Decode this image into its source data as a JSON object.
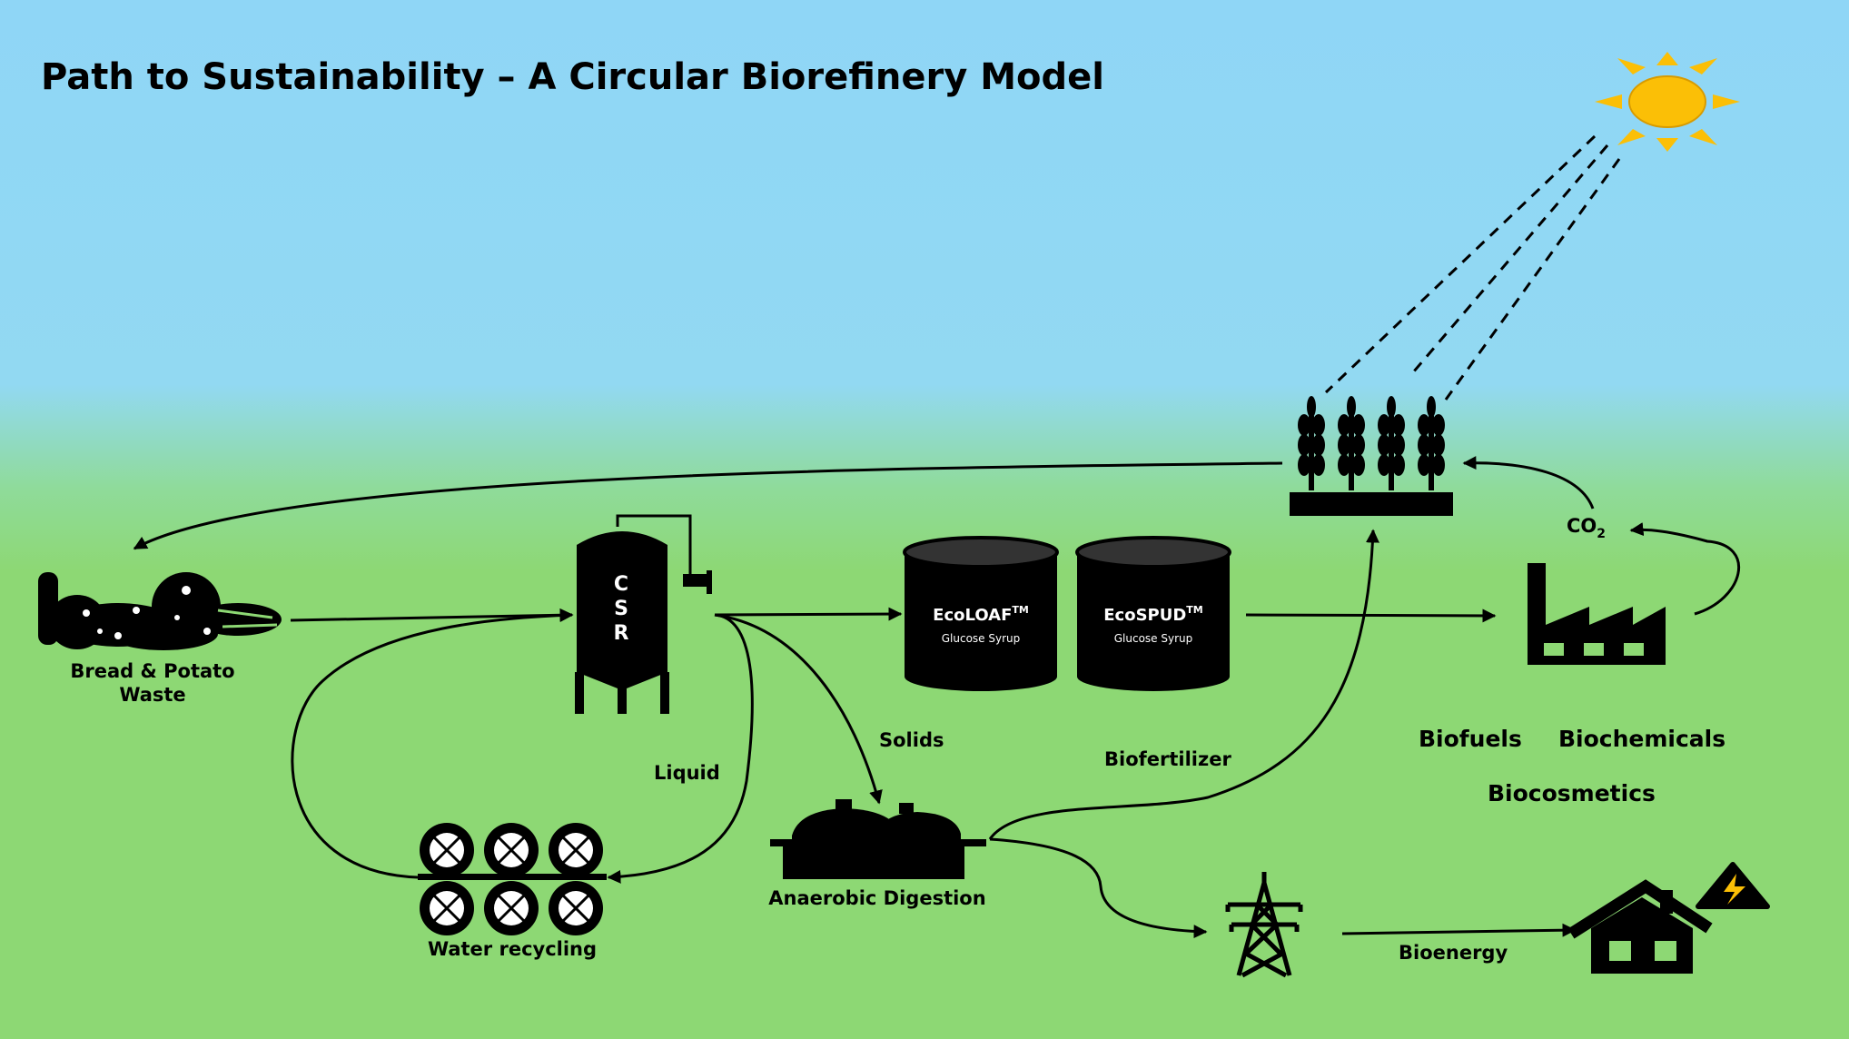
{
  "title": "Path to Sustainability – A Circular Biorefinery Model",
  "nodes": {
    "waste": {
      "line1": "Bread & Potato",
      "line2": "Waste"
    },
    "csr": {
      "letters": [
        "C",
        "S",
        "R"
      ]
    },
    "tank_loaf": {
      "name": "EcoLOAF",
      "tm": "TM",
      "sub": "Glucose Syrup"
    },
    "tank_spud": {
      "name": "EcoSPUD",
      "tm": "TM",
      "sub": "Glucose Syrup"
    },
    "water": {
      "label": "Water recycling"
    },
    "digestion": {
      "label": "Anaerobic Digestion"
    },
    "co2": {
      "base": "CO",
      "sub": "2"
    }
  },
  "flow_labels": {
    "liquid": "Liquid",
    "solids": "Solids",
    "biofertilizer": "Biofertilizer",
    "bioenergy": "Bioenergy"
  },
  "products": [
    "Biofuels",
    "Biochemicals",
    "Biocosmetics"
  ],
  "colors": {
    "sky_top": "#8fd6f6",
    "grass": "#8dd874",
    "sun": "#fbbf06",
    "ink": "#000000"
  }
}
